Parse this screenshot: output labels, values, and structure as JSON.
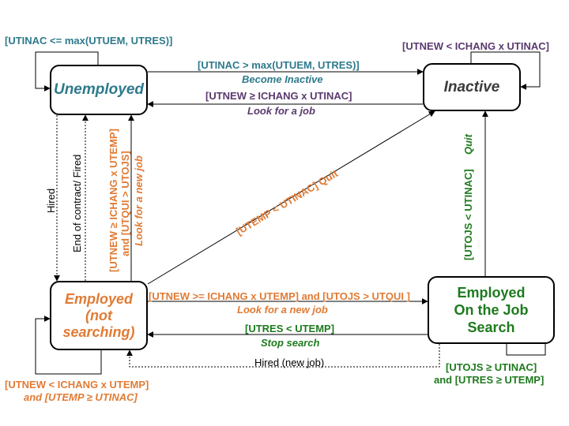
{
  "states": {
    "unemployed": "Unemployed",
    "inactive": "Inactive",
    "employed": "Employed",
    "employed_sub": "(not searching)",
    "ojs_line1": "Employed",
    "ojs_line2": "On the Job",
    "ojs_line3": "Search"
  },
  "transitions": {
    "unemp_self": "[UTINAC <= max(UTUEM, UTRES)]",
    "unemp_to_inact_cond": "[UTINAC > max(UTUEM, UTRES)]",
    "unemp_to_inact_action": "Become Inactive",
    "inact_to_unemp_cond": "[UTNEW ≥ ICHANG x UTINAC]",
    "inact_to_unemp_action": "Look for a job",
    "inact_self": "[UTNEW < ICHANG x UTINAC]",
    "hired": "Hired",
    "fired": "End of contract/ Fired",
    "emp_to_unemp_cond1": "[UTNEW ≥ ICHANG x UTEMP]",
    "emp_to_unemp_cond2": "and [UTQUI > UTOJS]",
    "emp_to_unemp_action": "Look for a new job",
    "emp_to_inact": "[UTEMP < UTINAC] Quit",
    "ojs_to_inact_cond": "[UTOJS < UTINAC]",
    "ojs_to_inact_action": "Quit",
    "emp_to_ojs_cond": "[UTNEW >= ICHANG x UTEMP] and [UTOJS > UTQUI ]",
    "emp_to_ojs_action": "Look for a new job",
    "ojs_to_emp_cond": "[UTRES < UTEMP]",
    "ojs_to_emp_action": "Stop search",
    "ojs_hired": "Hired (new job)",
    "emp_self_line1": "[UTNEW < ICHANG x UTEMP]",
    "emp_self_line2": "and [UTEMP ≥ UTINAC]",
    "ojs_self_line1": "[UTOJS ≥ UTINAC]",
    "ojs_self_line2": "and [UTRES ≥ UTEMP]"
  },
  "colors": {
    "teal": "#2e7a8c",
    "purple": "#5a3a6e",
    "orange": "#e07b35",
    "green": "#1e7a1e"
  }
}
